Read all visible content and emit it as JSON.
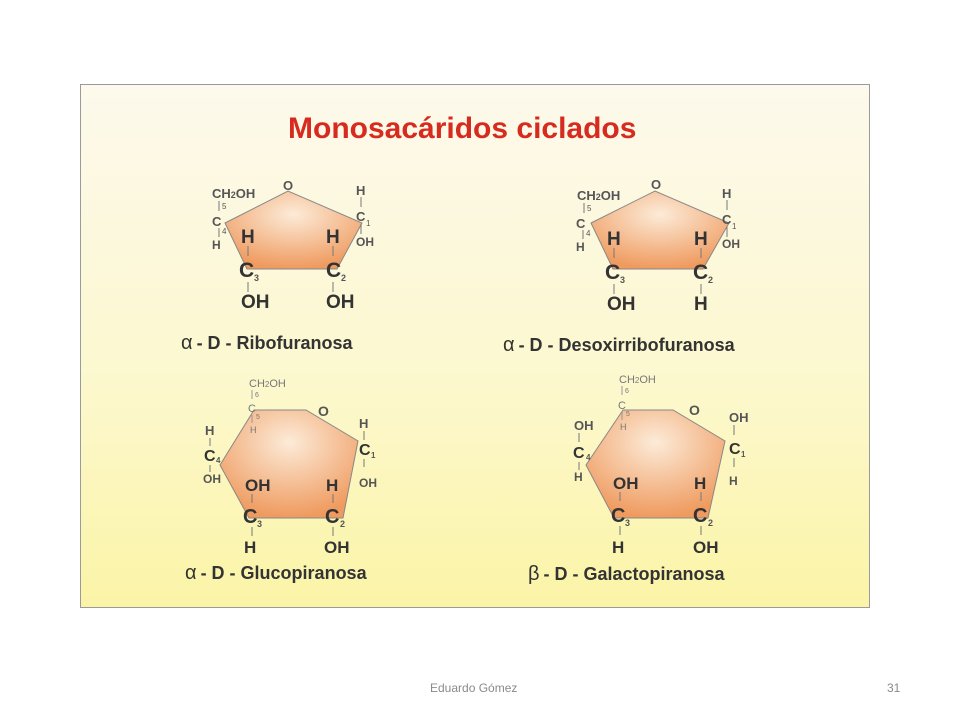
{
  "slide": {
    "title": "Monosacáridos ciclados",
    "footer_author": "Eduardo Gómez",
    "page_number": "31"
  },
  "colors": {
    "title": "#d62b1e",
    "ring_fill_center": "#fcebd8",
    "ring_fill_edge": "#ef9a5e",
    "atom_text": "#555555"
  },
  "molecules": {
    "ribofuranosa": {
      "name_letter": "α",
      "name_rest": "- D - Ribofuranosa",
      "ch2oh": "CH",
      "ch2oh_sub": "2",
      "ch2oh_tail": "OH",
      "o": "O",
      "c5": "5",
      "c4": "C",
      "c4_num": "4",
      "c4_h": "H",
      "c1": "C",
      "c1_num": "1",
      "c1_h": "H",
      "c1_oh": "OH",
      "c3": "C",
      "c3_num": "3",
      "c3_h": "H",
      "c3_oh": "OH",
      "c2": "C",
      "c2_num": "2",
      "c2_h": "H",
      "c2_oh": "OH"
    },
    "desoxirribofuranosa": {
      "name_letter": "α",
      "name_rest": "- D - Desoxirribofuranosa",
      "ch2oh": "CH",
      "ch2oh_sub": "2",
      "ch2oh_tail": "OH",
      "o": "O",
      "c5": "5",
      "c4": "C",
      "c4_num": "4",
      "c4_h": "H",
      "c1": "C",
      "c1_num": "1",
      "c1_h": "H",
      "c1_oh": "OH",
      "c3": "C",
      "c3_num": "3",
      "c3_h": "H",
      "c3_oh": "OH",
      "c2": "C",
      "c2_num": "2",
      "c2_h": "H",
      "c2_oh": "H"
    },
    "glucopiranosa": {
      "name_letter": "α",
      "name_rest": "- D - Glucopiranosa",
      "ch2oh": "CH",
      "ch2oh_sub": "2",
      "ch2oh_tail": "OH",
      "c6": "6",
      "c5": "C",
      "c5_num": "5",
      "c5_h": "H",
      "o": "O",
      "c4": "C",
      "c4_num": "4",
      "c4_h": "H",
      "c4_oh": "OH",
      "c1": "C",
      "c1_num": "1",
      "c1_h": "H",
      "c1_oh": "OH",
      "c3": "C",
      "c3_num": "3",
      "c3_top": "OH",
      "c3_bottom": "H",
      "c2": "C",
      "c2_num": "2",
      "c2_top": "H",
      "c2_bottom": "OH"
    },
    "galactopiranosa": {
      "name_letter": "β",
      "name_rest": "- D - Galactopiranosa",
      "ch2oh": "CH",
      "ch2oh_sub": "2",
      "ch2oh_tail": "OH",
      "c6": "6",
      "c5": "C",
      "c5_num": "5",
      "c5_h": "H",
      "o": "O",
      "c4": "C",
      "c4_num": "4",
      "c4_top": "OH",
      "c4_bottom": "H",
      "c1": "C",
      "c1_num": "1",
      "c1_top": "OH",
      "c1_bottom": "H",
      "c3": "C",
      "c3_num": "3",
      "c3_top": "OH",
      "c3_bottom": "H",
      "c2": "C",
      "c2_num": "2",
      "c2_top": "H",
      "c2_bottom": "OH"
    }
  }
}
